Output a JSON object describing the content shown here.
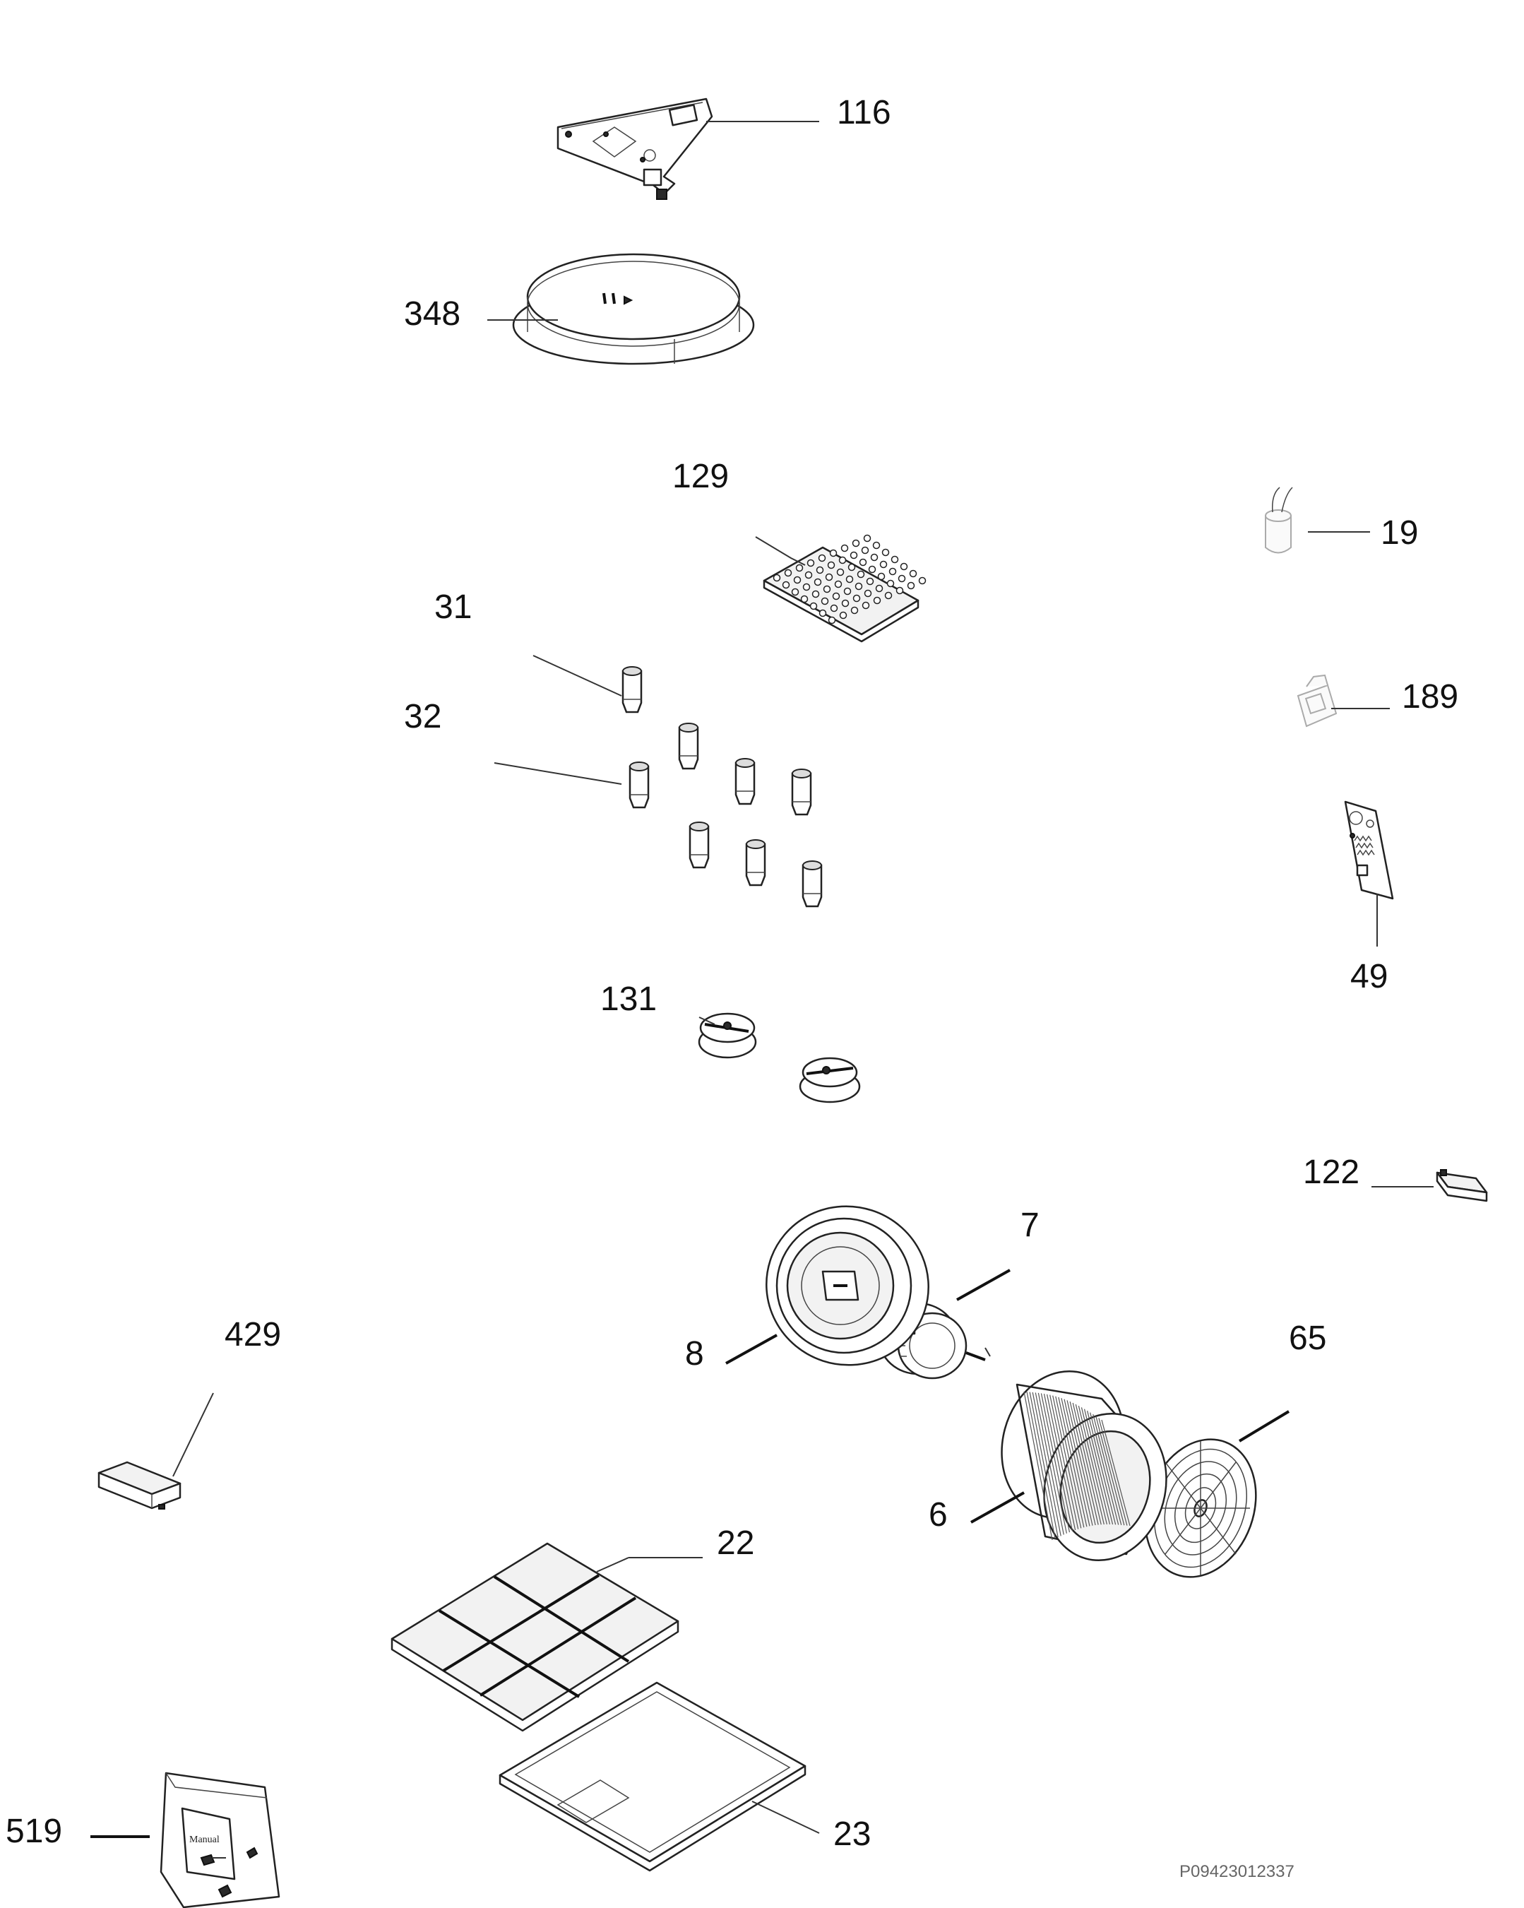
{
  "callouts": {
    "p116": "116",
    "p348": "348",
    "p129": "129",
    "p19": "19",
    "p31": "31",
    "p32": "32",
    "p189": "189",
    "p49": "49",
    "p131": "131",
    "p122": "122",
    "p7": "7",
    "p429": "429",
    "p65": "65",
    "p8": "8",
    "p6": "6",
    "p22": "22",
    "p519": "519",
    "p23": "23"
  },
  "manual_text": "Manual",
  "diagram_code": "P09423012337",
  "icons": [
    "mounting-bracket",
    "collar-ring",
    "led-board",
    "capacitor",
    "spacer",
    "knob-stem",
    "transformer",
    "control-pcb",
    "control-knob",
    "switch",
    "motor",
    "driver-box",
    "fan-grille",
    "motor-plate",
    "blower-wheel",
    "grease-filter",
    "filter-frame",
    "accessory-bag"
  ]
}
